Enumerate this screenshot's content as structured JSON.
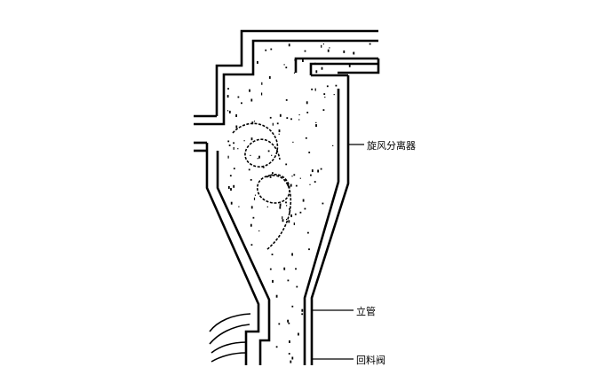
{
  "labels": {
    "cyclone": "旋风分离器",
    "standpipe": "立管",
    "return_valve": "回料阀"
  },
  "colors": {
    "line": "#000000",
    "background": "#ffffff"
  }
}
